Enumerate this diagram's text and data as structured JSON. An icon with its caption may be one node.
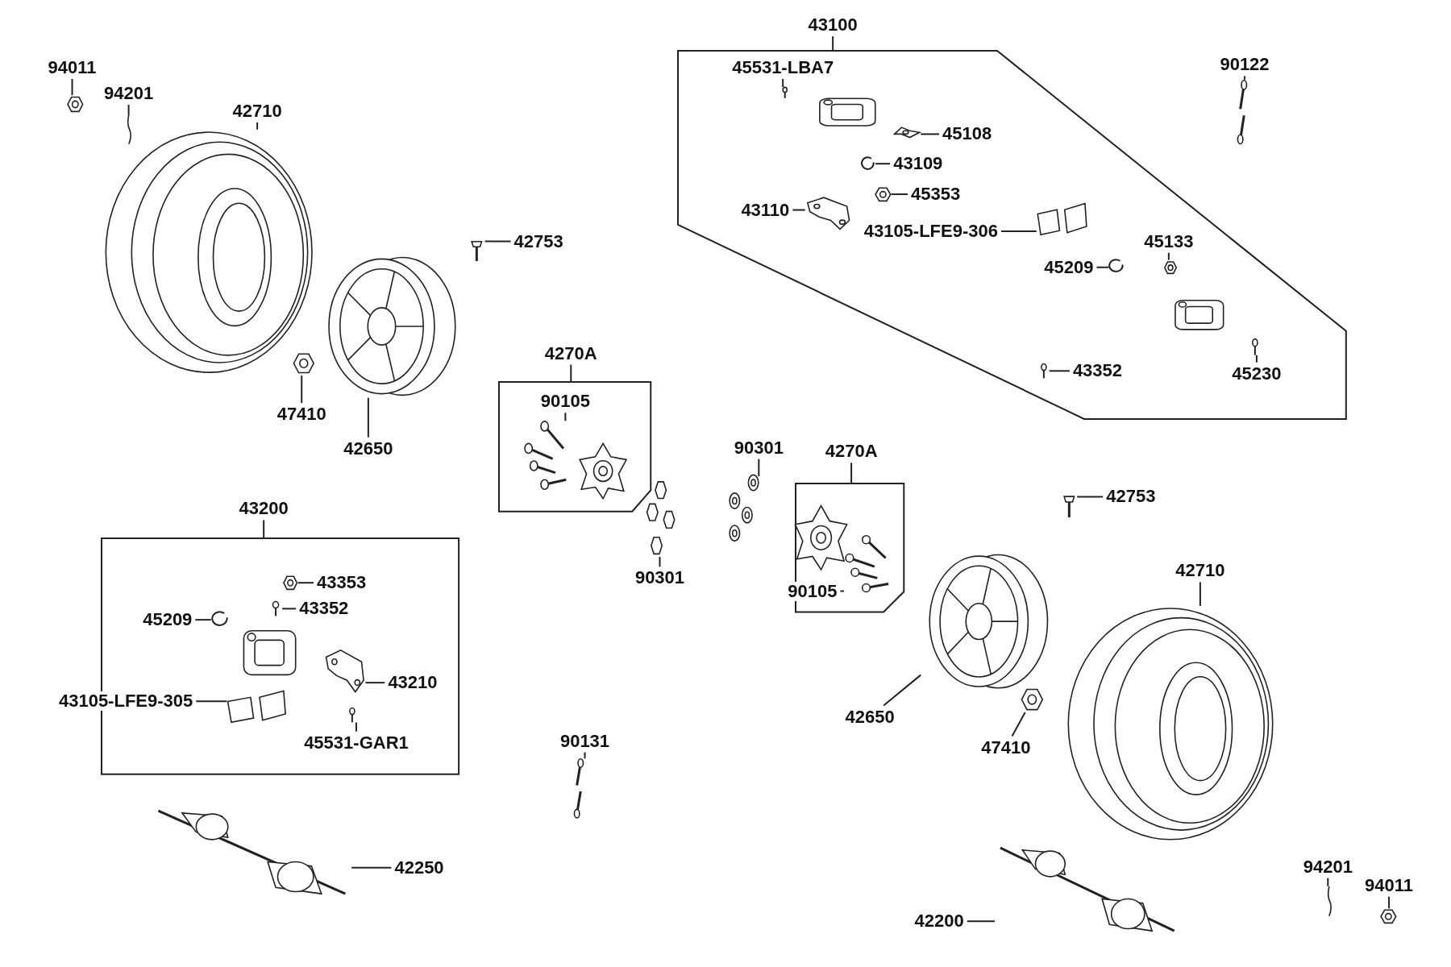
{
  "diagram": {
    "nodes": [
      {
        "text": [
          "94011"
        ]
      },
      {
        "text": [],
        "shape": "picture"
      },
      {
        "text": [
          "94201"
        ]
      },
      {
        "text": [],
        "shape": "picture"
      },
      {
        "text": [
          "42710"
        ]
      },
      {
        "text": [],
        "shape": "picture"
      },
      {
        "text": [],
        "shape": "box"
      },
      {
        "text": [
          "45531-LBA7"
        ],
        "in": 6
      },
      {
        "text": [],
        "shape": "picture",
        "in": 6
      },
      {
        "text": [
          "45108"
        ],
        "in": 6
      },
      {
        "text": [],
        "shape": "picture",
        "in": 6
      },
      {
        "text": [
          "43109"
        ],
        "in": 6
      },
      {
        "text": [],
        "shape": "picture",
        "in": 6
      },
      {
        "text": [
          "45353"
        ],
        "in": 6
      },
      {
        "text": [],
        "shape": "picture",
        "in": 6
      },
      {
        "text": [
          "43110"
        ],
        "in": 6
      },
      {
        "text": [],
        "shape": "picture",
        "in": 6
      },
      {
        "text": [
          "43105-LFE9-306"
        ],
        "in": 6
      },
      {
        "text": [],
        "shape": "picture",
        "in": 6
      },
      {
        "text": [
          "45209"
        ],
        "in": 6
      },
      {
        "text": [],
        "shape": "picture",
        "in": 6
      },
      {
        "text": [
          "45133"
        ],
        "in": 6
      },
      {
        "text": [],
        "shape": "picture",
        "in": 6
      },
      {
        "text": [
          "43352"
        ],
        "in": 6
      },
      {
        "text": [],
        "shape": "picture",
        "in": 6
      },
      {
        "text": [
          "45230"
        ],
        "in": 6
      },
      {
        "text": [],
        "shape": "picture",
        "in": 6
      },
      {
        "text": [
          "90122"
        ]
      },
      {
        "text": [],
        "shape": "picture"
      },
      {
        "text": [
          "42753"
        ]
      },
      {
        "text": [],
        "shape": "picture"
      },
      {
        "text": [],
        "shape": "picture"
      },
      {
        "text": [],
        "shape": "picture"
      },
      {
        "text": [
          "47410"
        ]
      },
      {
        "text": [
          "42650"
        ]
      },
      {
        "text": [],
        "shape": "box"
      },
      {
        "text": [
          "90105"
        ],
        "in": 35
      },
      {
        "text": [],
        "shape": "picture",
        "in": 35
      },
      {
        "text": [
          "90301"
        ]
      },
      {
        "text": [],
        "shape": "picture"
      },
      {
        "text": [],
        "shape": "picture"
      },
      {
        "text": [
          "90301"
        ]
      },
      {
        "text": [],
        "shape": "box"
      },
      {
        "text": [
          "90105"
        ]
      },
      {
        "text": [],
        "shape": "picture",
        "in": 42
      },
      {
        "text": [
          "42753"
        ]
      },
      {
        "text": [],
        "shape": "picture"
      },
      {
        "text": [],
        "shape": "box"
      },
      {
        "text": [
          "43353"
        ],
        "in": 47
      },
      {
        "text": [],
        "shape": "picture",
        "in": 47
      },
      {
        "text": [
          "43352"
        ],
        "in": 47
      },
      {
        "text": [],
        "shape": "picture",
        "in": 47
      },
      {
        "text": [
          "45209"
        ],
        "in": 47
      },
      {
        "text": [],
        "shape": "picture",
        "in": 47
      },
      {
        "text": [
          "43210"
        ],
        "in": 47
      },
      {
        "text": [],
        "shape": "picture",
        "in": 47
      },
      {
        "text": [
          "43105-LFE9-305"
        ]
      },
      {
        "text": [],
        "shape": "picture",
        "in": 47
      },
      {
        "text": [
          "45531-GAR1"
        ],
        "in": 47
      },
      {
        "text": [],
        "shape": "picture",
        "in": 47
      },
      {
        "text": [
          "42710"
        ]
      },
      {
        "text": [],
        "shape": "picture"
      },
      {
        "text": [],
        "shape": "picture"
      },
      {
        "text": [
          "42650"
        ]
      },
      {
        "text": [],
        "shape": "picture"
      },
      {
        "text": [
          "47410"
        ]
      },
      {
        "text": [
          "90131"
        ]
      },
      {
        "text": [],
        "shape": "picture"
      },
      {
        "text": [],
        "shape": "picture"
      },
      {
        "text": [
          "42250"
        ]
      },
      {
        "text": [
          "94201"
        ]
      },
      {
        "text": [],
        "shape": "picture"
      },
      {
        "text": [
          "94011"
        ]
      },
      {
        "text": [],
        "shape": "picture"
      },
      {
        "text": [],
        "shape": "picture"
      },
      {
        "text": [
          "42200"
        ]
      },
      {
        "text": [
          "43100"
        ]
      },
      {
        "text": [
          "4270A"
        ]
      },
      {
        "text": [
          "4270A"
        ]
      },
      {
        "text": [
          "43200"
        ]
      }
    ],
    "edges": [
      {
        "from": 0,
        "to": 1,
        "arrow": "none"
      },
      {
        "from": 2,
        "to": 3,
        "arrow": "none"
      },
      {
        "from": 4,
        "to": 5,
        "arrow": "none"
      },
      {
        "from": 7,
        "to": 8,
        "arrow": "none"
      },
      {
        "from": 9,
        "to": 10,
        "arrow": "none"
      },
      {
        "from": 11,
        "to": 12,
        "arrow": "none"
      },
      {
        "from": 13,
        "to": 14,
        "arrow": "none"
      },
      {
        "from": 15,
        "to": 16,
        "arrow": "none"
      },
      {
        "from": 17,
        "to": 18,
        "arrow": "none"
      },
      {
        "from": 19,
        "to": 20,
        "arrow": "none"
      },
      {
        "from": 21,
        "to": 22,
        "arrow": "none"
      },
      {
        "from": 23,
        "to": 24,
        "arrow": "none"
      },
      {
        "from": 25,
        "to": 26,
        "arrow": "none"
      },
      {
        "from": 27,
        "to": 28,
        "arrow": "none"
      },
      {
        "from": 29,
        "to": 30,
        "arrow": "none"
      },
      {
        "from": 33,
        "to": 32,
        "arrow": "none"
      },
      {
        "from": 34,
        "to": 31,
        "arrow": "none"
      },
      {
        "from": 36,
        "to": 37,
        "arrow": "none"
      },
      {
        "from": 38,
        "to": 39,
        "arrow": "none"
      },
      {
        "from": 41,
        "to": 40,
        "arrow": "none"
      },
      {
        "from": 43,
        "to": 44,
        "arrow": "none"
      },
      {
        "from": 45,
        "to": 46,
        "arrow": "none"
      },
      {
        "from": 48,
        "to": 49,
        "arrow": "none"
      },
      {
        "from": 50,
        "to": 51,
        "arrow": "none"
      },
      {
        "from": 52,
        "to": 53,
        "arrow": "none"
      },
      {
        "from": 54,
        "to": 55,
        "arrow": "none"
      },
      {
        "from": 56,
        "to": 57,
        "arrow": "none"
      },
      {
        "from": 58,
        "to": 59,
        "arrow": "none"
      },
      {
        "from": 60,
        "to": 61,
        "arrow": "none"
      },
      {
        "from": 63,
        "to": 62,
        "arrow": "none"
      },
      {
        "from": 65,
        "to": 64,
        "arrow": "none"
      },
      {
        "from": 66,
        "to": 67,
        "arrow": "none"
      },
      {
        "from": 69,
        "to": 68,
        "arrow": "none"
      },
      {
        "from": 70,
        "to": 71,
        "arrow": "none"
      },
      {
        "from": 72,
        "to": 73,
        "arrow": "none"
      },
      {
        "from": 75,
        "to": 74,
        "arrow": "none"
      },
      {
        "from": 76,
        "to": 6,
        "arrow": "none"
      },
      {
        "from": 77,
        "to": 35,
        "arrow": "none"
      },
      {
        "from": 78,
        "to": 42,
        "arrow": "none"
      },
      {
        "from": 79,
        "to": 47,
        "arrow": "none"
      }
    ]
  }
}
